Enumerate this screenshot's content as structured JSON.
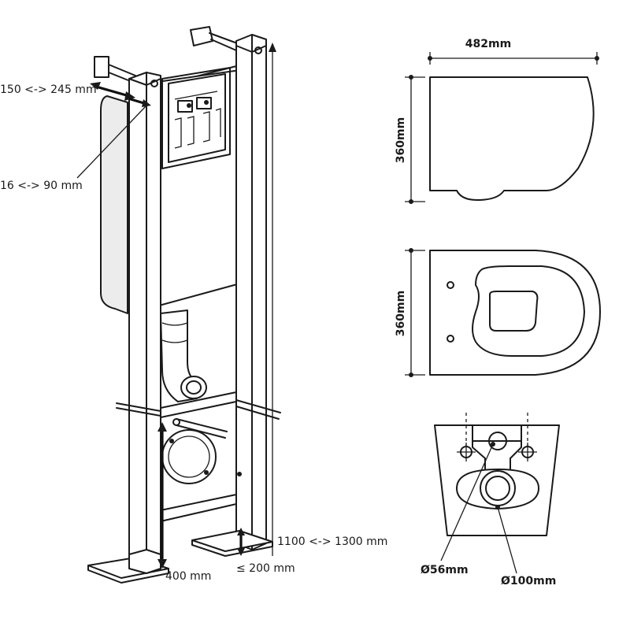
{
  "frame_labels": {
    "depth_range": "150 <-> 245 mm",
    "wall_thickness": "16 <-> 90 mm",
    "height_range": "1100 <-> 1300 mm",
    "bottom_height": "400 mm",
    "foot_adjust": "≤ 200 mm"
  },
  "bowl_labels": {
    "width": "482mm",
    "side_height": "360mm",
    "top_height": "360mm",
    "inlet_diameter": "Ø56mm",
    "outlet_diameter": "Ø100mm"
  }
}
